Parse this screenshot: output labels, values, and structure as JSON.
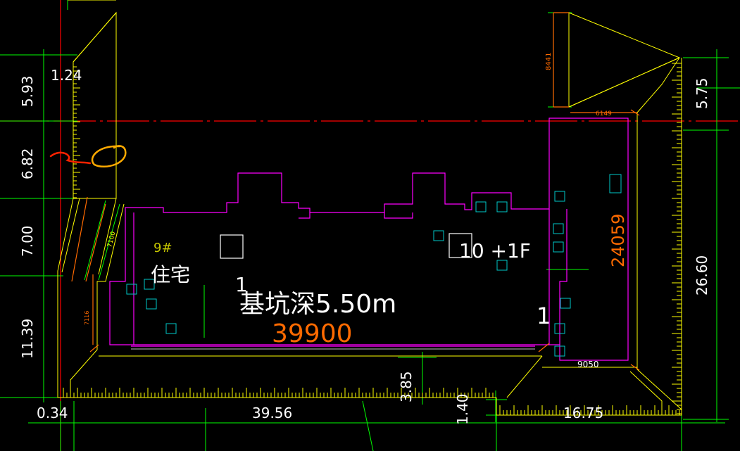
{
  "colors": {
    "background": "#000000",
    "dimension_line": "#00ff00",
    "dimension_text": "#ffffff",
    "slope_outline": "#ffff00",
    "axis_line": "#ff0000",
    "building_outline": "#ff00ff",
    "orange_dimension": "#ff6a00",
    "cyan_symbol": "#00c8c8",
    "markup_red": "#ff2200",
    "markup_orange": "#ffaa00"
  },
  "dimensions": {
    "left_top": "1.24",
    "left_1": "5.93",
    "left_2": "6.82",
    "left_3": "7.00",
    "left_4": "11.39",
    "bottom_left": "0.34",
    "bottom_main": "39.56",
    "bottom_mid": "3.85",
    "bottom_small": "1.40",
    "bottom_right": "16.75",
    "right_top": "5.75",
    "right_main": "26.60"
  },
  "annotations": {
    "building_number": "9#",
    "building_use": "住宅",
    "floors": "10 +1F",
    "pit_depth": "基坑深5.50m",
    "pit_marker": "1",
    "length_main": "39900",
    "length_right": "24059",
    "width_bottom_right": "9050",
    "top_right_width": "6149",
    "top_right_height": "8441",
    "slope_dim": "7100",
    "slope_dim_small": "7116"
  }
}
